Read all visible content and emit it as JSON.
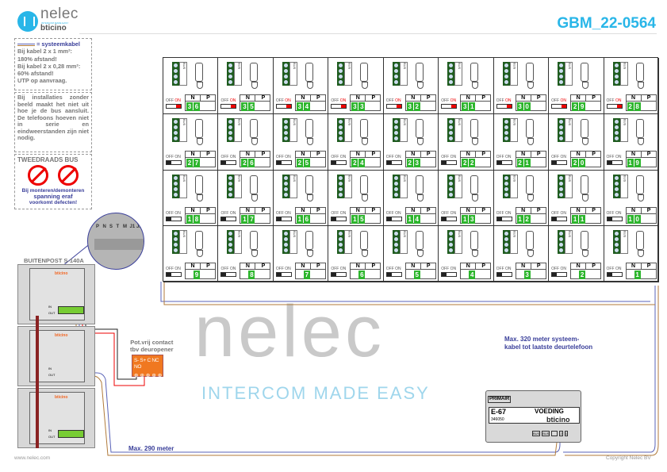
{
  "header": {
    "brand": "nelec",
    "tagline": "INTERCOM MADE EASY",
    "partner": "bticino",
    "code": "GBM_22-0564"
  },
  "notes": {
    "cable_legend": "= systeemkabel",
    "cable_lines": [
      "Bij kabel 2 x 1 mm²:",
      "180% afstand!",
      "Bij kabel 2 x 0,28 mm²:",
      "60% afstand!",
      "UTP op aanvraag."
    ],
    "install_text": "Bij installaties zonder beeld maakt het niet uit hoe je de bus aansluit. De telefoons hoeven niet in serie en eindweerstanden zijn niet nodig.",
    "bus_title": "TWEEDRAADS BUS",
    "warning_line1": "Bij monteren/demonteren",
    "warning_line2": "spanning eraf",
    "warning_line3": "voorkomt defecten!"
  },
  "phones": {
    "switch_off": "OFF",
    "switch_on": "ON",
    "col_n": "N",
    "col_p": "P",
    "bus_label": "BUS",
    "rows": [
      {
        "switch": "on",
        "numbers": [
          "36",
          "35",
          "34",
          "33",
          "32",
          "31",
          "30",
          "29",
          "28"
        ]
      },
      {
        "switch": "off",
        "numbers": [
          "27",
          "26",
          "25",
          "24",
          "23",
          "22",
          "21",
          "20",
          "19"
        ]
      },
      {
        "switch": "off",
        "numbers": [
          "18",
          "17",
          "16",
          "15",
          "14",
          "13",
          "12",
          "11",
          "10"
        ]
      },
      {
        "switch": "off",
        "numbers": [
          "9",
          "8",
          "7",
          "6",
          "5",
          "4",
          "3",
          "2",
          "1"
        ]
      }
    ]
  },
  "outdoor": {
    "title": "BUITENPOST S-140A",
    "zoom_labels": [
      "P",
      "N",
      "S",
      "T",
      "M",
      "J1",
      "J2"
    ],
    "in": "IN",
    "out": "OUT",
    "brand": "bticino"
  },
  "contact": {
    "title_line1": "Pot.vrij contact",
    "title_line2": "tbv deuropener",
    "terminals": "S-  S+ C NC NO"
  },
  "watermark": {
    "word": "nelec",
    "slogan": "INTERCOM MADE EASY"
  },
  "distances": {
    "max_290": "Max. 290 meter",
    "max_320_line1": "Max. 320 meter systeem-",
    "max_320_line2": "kabel tot laatste deurtelefoon"
  },
  "psu": {
    "primary": "PRIMAIR",
    "model": "E-67",
    "name": "VOEDING",
    "part": "346050",
    "brand": "bticino",
    "terms": [
      "BUS",
      "BUS",
      "",
      "2",
      "1"
    ]
  },
  "footer": {
    "website": "www.nelec.com",
    "copyright": "Copyright Nelec BV"
  },
  "colors": {
    "accent": "#29b6e8",
    "wire_blue": "#5a63b8",
    "wire_brown": "#b07a3a",
    "green": "#2db52d"
  }
}
